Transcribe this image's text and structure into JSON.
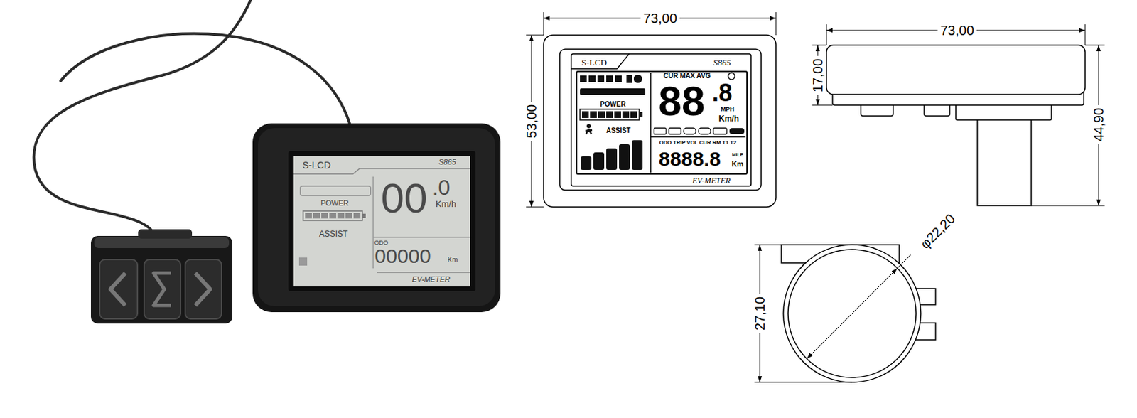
{
  "diagram": {
    "labels": [
      "S-LCD",
      "S865",
      "POWER",
      "ASSIST",
      "00",
      ".0",
      "Km/h",
      "ODO",
      "00000",
      "Km",
      "EV-METER",
      "73,00",
      "53,00",
      "S-LCD",
      "S865",
      "POWER",
      "ASSIST",
      "CUR MAX AVG",
      "88",
      ".8",
      "MPH",
      "Km/h",
      "ODO TRIP VOL CUR RM T1 T2",
      "8888.8",
      "MILE",
      "Km",
      "EV-METER",
      "73,00",
      "17,00",
      "44,90",
      "27,10",
      "φ22,20"
    ]
  }
}
